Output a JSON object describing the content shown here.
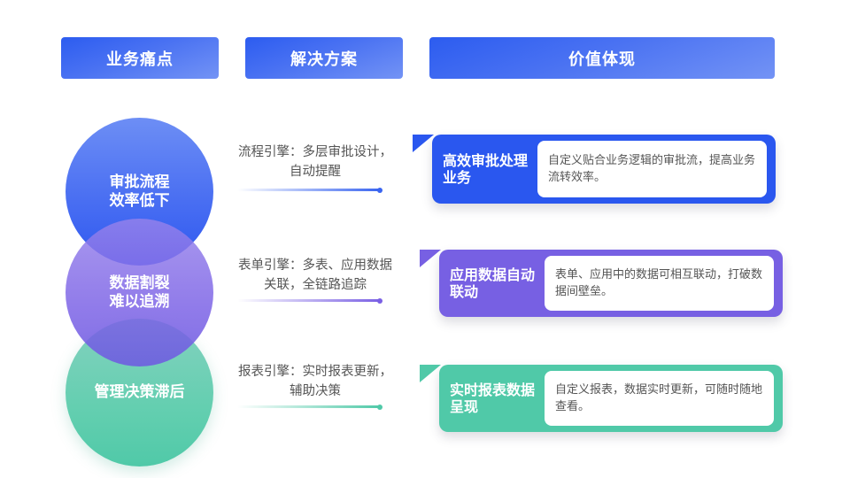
{
  "headers": {
    "pain_points": "业务痛点",
    "solutions": "解决方案",
    "value": "价值体现"
  },
  "colors": {
    "blue": "#2a57ef",
    "purple": "#7760e3",
    "green": "#50c9a8",
    "text_gray": "#555555"
  },
  "rows": [
    {
      "pain_point": "审批流程\n效率低下",
      "solution": "流程引擎：多层审批设计，\n自动提醒",
      "value_title": "高效审批处理业务",
      "value_desc": "自定义贴合业务逻辑的审批流，提高业务流转效率。"
    },
    {
      "pain_point": "数据割裂\n难以追溯",
      "solution": "表单引擎：多表、应用数据\n关联，全链路追踪",
      "value_title": "应用数据自动联动",
      "value_desc": "表单、应用中的数据可相互联动，打破数据间壁垒。"
    },
    {
      "pain_point": "管理决策滞后",
      "solution": "报表引擎：实时报表更新，\n辅助决策",
      "value_title": "实时报表数据呈现",
      "value_desc": "自定义报表，数据实时更新，可随时随地查看。"
    }
  ]
}
